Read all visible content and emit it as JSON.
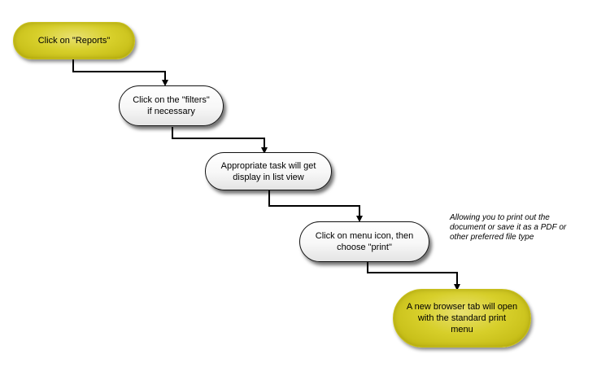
{
  "diagram": {
    "nodes": [
      {
        "id": "n1",
        "kind": "terminal",
        "label": "Click on \"Reports\""
      },
      {
        "id": "n2",
        "kind": "process",
        "label": "Click on the \"filters\"\nif necessary"
      },
      {
        "id": "n3",
        "kind": "process",
        "label": "Appropriate task will get\ndisplay in list view"
      },
      {
        "id": "n4",
        "kind": "process",
        "label": "Click on menu icon, then\nchoose \"print\""
      },
      {
        "id": "n5",
        "kind": "terminal",
        "label": "A new browser tab will open\nwith the standard print\nmenu"
      }
    ],
    "note": "Allowing you to print out the\ndocument or save it as a PDF or\nother preferred file type",
    "edges": [
      {
        "from": "n1",
        "to": "n2"
      },
      {
        "from": "n2",
        "to": "n3"
      },
      {
        "from": "n3",
        "to": "n4"
      },
      {
        "from": "n4",
        "to": "n5"
      }
    ],
    "colors": {
      "terminal_fill": "#d7cf2a",
      "process_fill": "#f4f4f4",
      "line": "#000000"
    }
  }
}
